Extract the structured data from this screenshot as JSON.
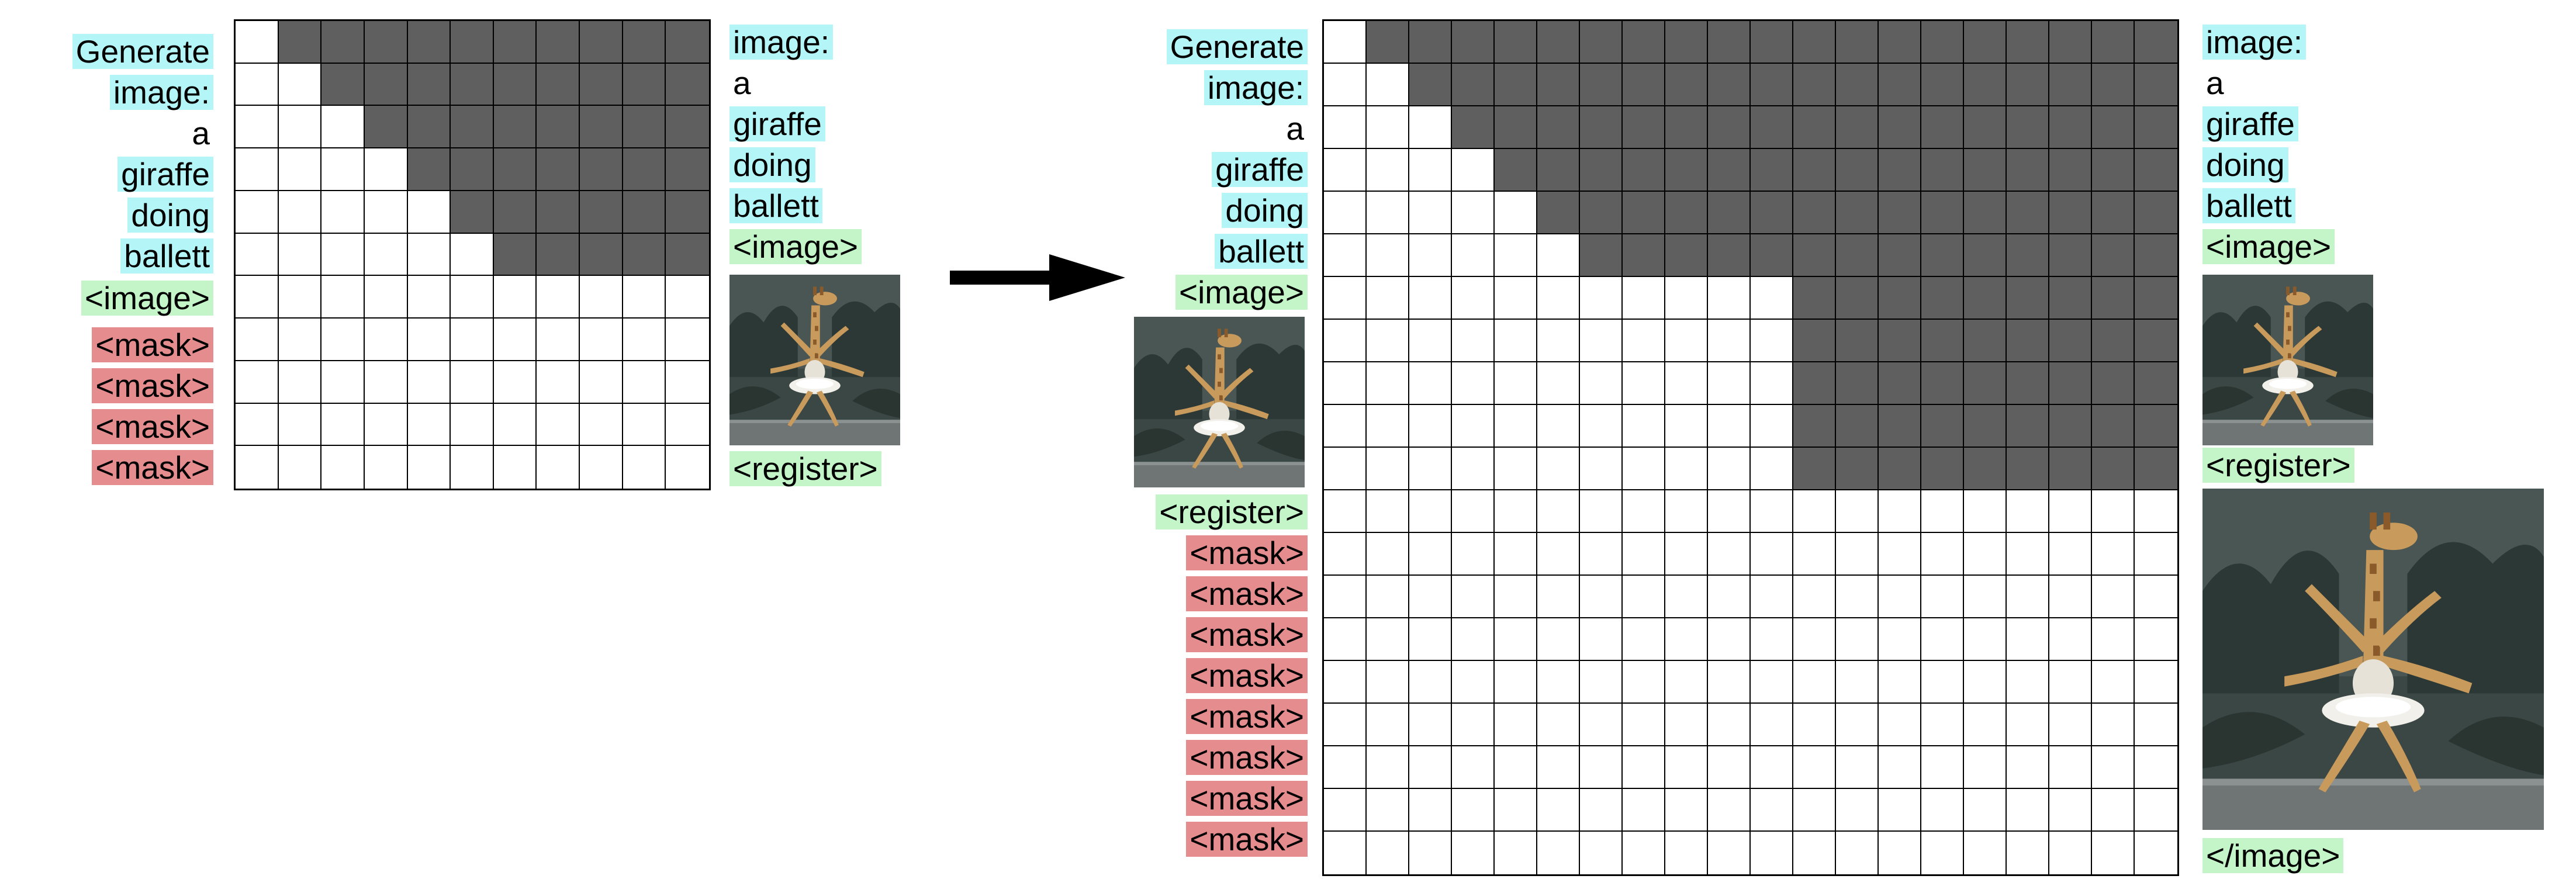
{
  "colors": {
    "text_token": "#b4f5f7",
    "image_token": "#c3f5c8",
    "mask_token": "#e48c8e",
    "masked_cell": "#5f5f5f",
    "open_cell": "#ffffff"
  },
  "left": {
    "prompt_tokens": [
      "Generate",
      "image:",
      "a",
      "giraffe",
      "doing",
      "ballett",
      "<image>"
    ],
    "mask_tokens": [
      "<mask>",
      "<mask>",
      "<mask>",
      "<mask>"
    ],
    "column_tokens": [
      "image:",
      "a",
      "giraffe",
      "doing",
      "ballett",
      "<image>"
    ],
    "register_label": "<register>",
    "image_icon": "giraffe-ballerina-image"
  },
  "right": {
    "prompt_tokens": [
      "Generate",
      "image:",
      "a",
      "giraffe",
      "doing",
      "ballett",
      "<image>"
    ],
    "register_label": "<register>",
    "mask_tokens": [
      "<mask>",
      "<mask>",
      "<mask>",
      "<mask>",
      "<mask>",
      "<mask>",
      "<mask>",
      "<mask>"
    ],
    "column_tokens": [
      "image:",
      "a",
      "giraffe",
      "doing",
      "ballett",
      "<image>"
    ],
    "column_register_label": "<register>",
    "end_label": "</image>",
    "image_icon": "giraffe-ballerina-image"
  },
  "arrow_icon": "right-arrow-icon"
}
